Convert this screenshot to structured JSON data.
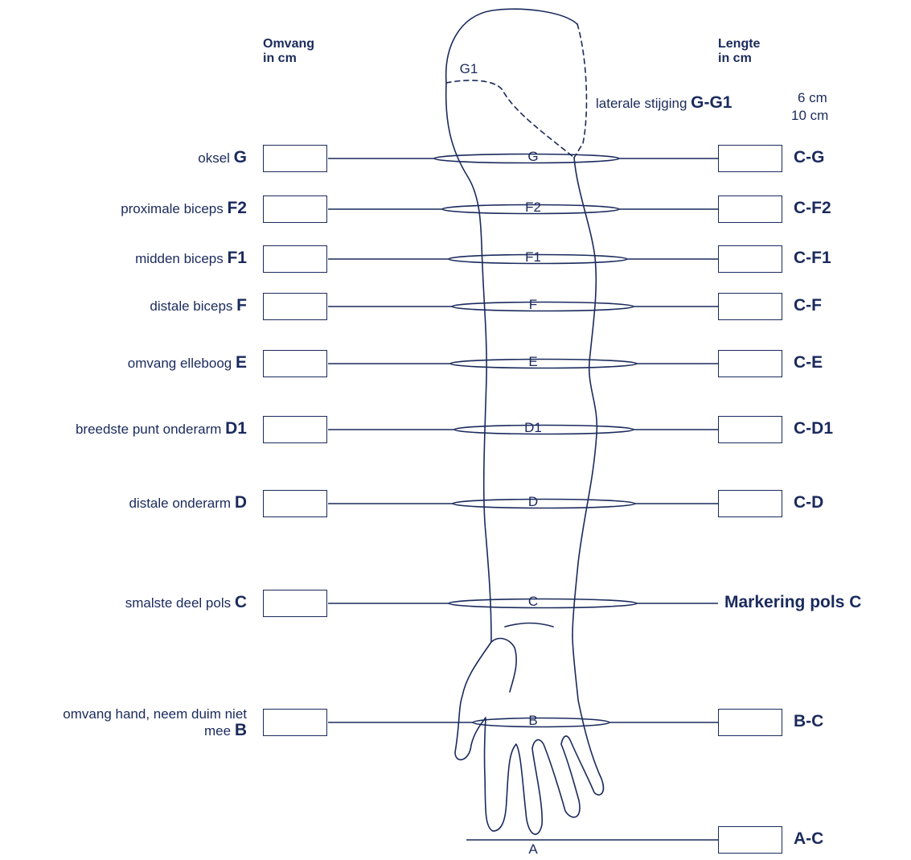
{
  "headers": {
    "left": [
      "Omvang",
      "in cm"
    ],
    "right": [
      "Lengte",
      "in cm"
    ]
  },
  "lateral": {
    "text": "laterale stijging",
    "code": "G-G1",
    "options": [
      "6 cm",
      "10 cm"
    ],
    "label": "G1"
  },
  "rows": [
    {
      "label": "oksel",
      "code": "G",
      "center_label": "G",
      "right": "C-G"
    },
    {
      "label": "proximale biceps",
      "code": "F2",
      "center_label": "F2",
      "right": "C-F2"
    },
    {
      "label": "midden biceps",
      "code": "F1",
      "center_label": "F1",
      "right": "C-F1"
    },
    {
      "label": "distale biceps",
      "code": "F",
      "center_label": "F",
      "right": "C-F"
    },
    {
      "label": "omvang elleboog",
      "code": "E",
      "center_label": "E",
      "right": "C-E"
    },
    {
      "label": "breedste punt onderarm",
      "code": "D1",
      "center_label": "D1",
      "right": "C-D1"
    },
    {
      "label": "distale onderarm",
      "code": "D",
      "center_label": "D",
      "right": "C-D"
    },
    {
      "label": "smalste deel pols",
      "code": "C",
      "center_label": "C",
      "right": "Markering pols C"
    },
    {
      "label": [
        "omvang hand, neem duim niet",
        "mee"
      ],
      "code": "B",
      "center_label": "B",
      "right": "B-C"
    },
    {
      "label": "",
      "code": "",
      "center_label": "A",
      "right": "A-C"
    }
  ],
  "colors": {
    "ink": "#1a2a5c",
    "background": "#ffffff"
  }
}
